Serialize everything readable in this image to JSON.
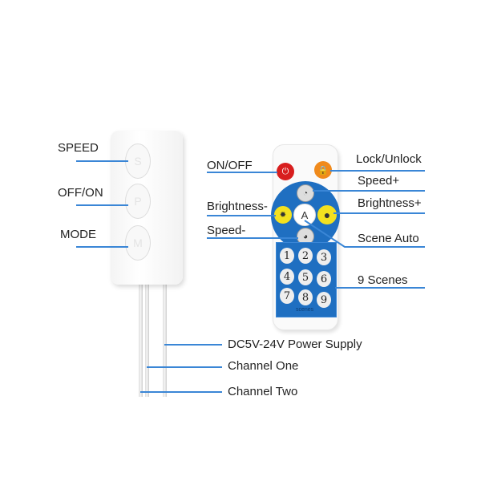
{
  "controller": {
    "labels": {
      "speed": "SPEED",
      "off_on": "OFF/ON",
      "mode": "MODE"
    },
    "button_glyphs": [
      "S",
      "P",
      "M"
    ]
  },
  "cables": {
    "power": "DC5V-24V Power Supply",
    "channel_one": "Channel One",
    "channel_two": "Channel Two"
  },
  "remote": {
    "labels": {
      "on_off": "ON/OFF",
      "lock": "Lock/Unlock",
      "speed_plus": "Speed+",
      "brightness_plus": "Brightness+",
      "brightness_minus": "Brightness-",
      "speed_minus": "Speed-",
      "scene_auto": "Scene Auto",
      "nine_scenes": "9 Scenes"
    },
    "auto_glyph": "A",
    "keys": [
      "1",
      "2",
      "3",
      "4",
      "5",
      "6",
      "7",
      "8",
      "9"
    ],
    "keypad_label": "scenes"
  },
  "colors": {
    "line": "#3a86d6",
    "blue": "#1f6fc1",
    "power": "#d81e1e",
    "lock": "#f08a1c",
    "brightness": "#f3e11f"
  }
}
